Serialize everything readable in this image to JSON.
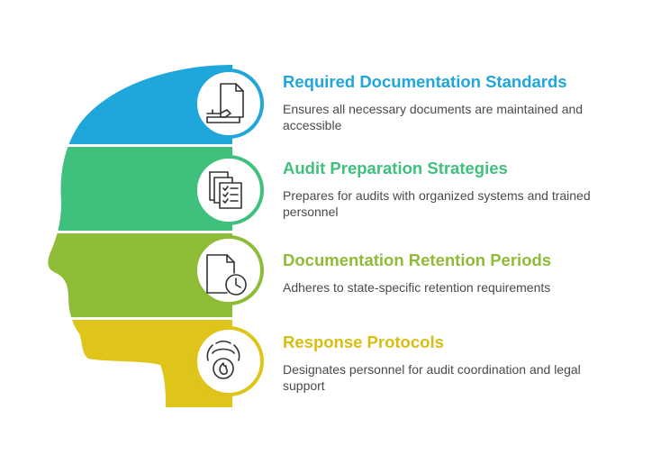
{
  "items": [
    {
      "title": "Required Documentation Standards",
      "description": "Ensures all necessary documents are maintained and accessible",
      "color": "#29a9dc",
      "icon": "document-hand-icon"
    },
    {
      "title": "Audit Preparation Strategies",
      "description": "Prepares for audits with organized systems and trained personnel",
      "color": "#3fc07d",
      "icon": "checklist-documents-icon"
    },
    {
      "title": "Documentation Retention Periods",
      "description": "Adheres to state-specific retention requirements",
      "color": "#8fbc36",
      "icon": "document-clock-icon"
    },
    {
      "title": "Response Protocols",
      "description": "Designates personnel for audit coordination and legal support",
      "color": "#dfc419",
      "icon": "alarm-fire-icon"
    }
  ]
}
